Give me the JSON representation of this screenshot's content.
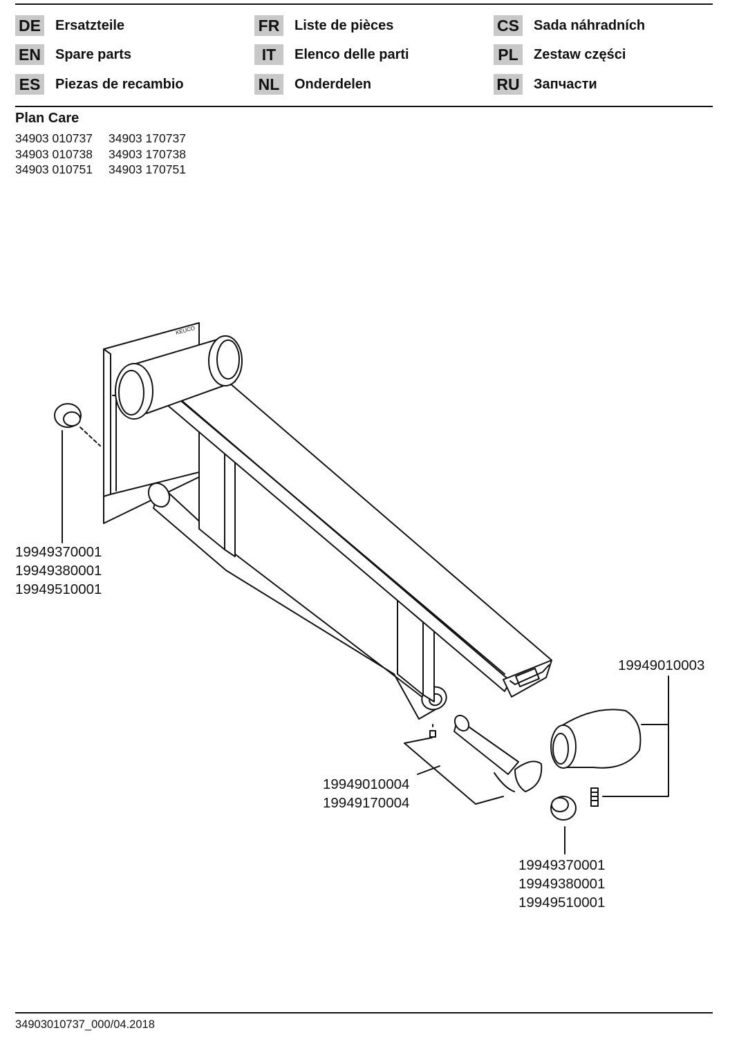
{
  "languages": [
    {
      "code": "DE",
      "label": "Ersatzteile"
    },
    {
      "code": "FR",
      "label": "Liste de pièces"
    },
    {
      "code": "CS",
      "label": "Sada náhradních"
    },
    {
      "code": "EN",
      "label": "Spare parts"
    },
    {
      "code": "IT",
      "label": "Elenco delle parti"
    },
    {
      "code": "PL",
      "label": "Zestaw części"
    },
    {
      "code": "ES",
      "label": "Piezas de recambio"
    },
    {
      "code": "NL",
      "label": "Onderdelen"
    },
    {
      "code": "RU",
      "label": "Запчасти"
    }
  ],
  "product": {
    "title": "Plan Care",
    "article_numbers": [
      [
        "34903 010737",
        "34903 170737"
      ],
      [
        "34903 010738",
        "34903 170738"
      ],
      [
        "34903 010751",
        "34903 170751"
      ]
    ]
  },
  "parts": {
    "cap_left": [
      "19949370001",
      "19949380001",
      "19949510001"
    ],
    "handle_cap": [
      "19949010003"
    ],
    "hinge_pin": [
      "19949010004",
      "19949170004"
    ],
    "cap_right": [
      "19949370001",
      "19949380001",
      "19949510001"
    ]
  },
  "drawing": {
    "brand_mark": "KEUCO"
  },
  "footer": {
    "document_id": "34903010737_000/04.2018"
  }
}
